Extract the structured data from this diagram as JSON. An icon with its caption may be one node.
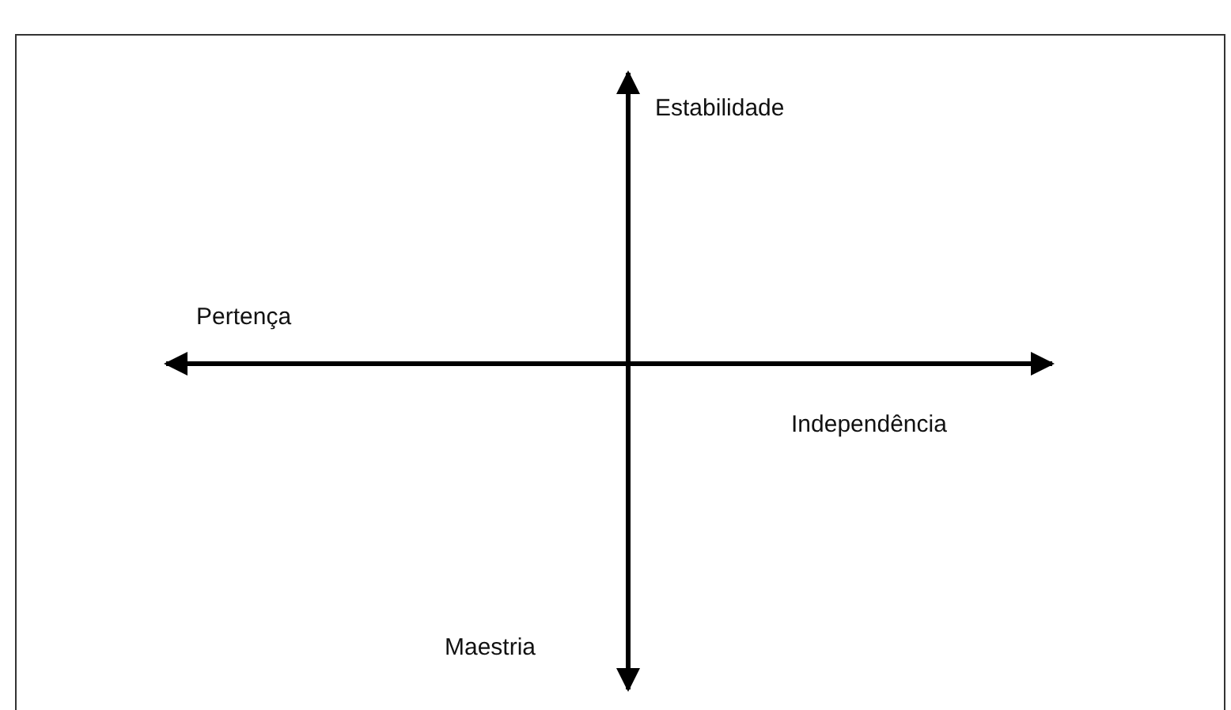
{
  "diagram": {
    "labels": [
      "Estabilidade",
      "Pertença",
      "Independência",
      "Maestria"
    ]
  }
}
